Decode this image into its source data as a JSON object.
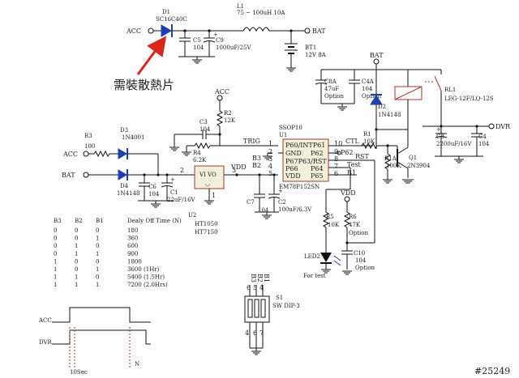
{
  "header": {
    "note_cn": "需裝散熱片",
    "watermark": "#25249"
  },
  "nets": {
    "acc_in": "ACC",
    "bat_out": "BAT",
    "bat_top": "BAT",
    "acc_r2": "ACC",
    "acc_left": "ACC",
    "bat_left": "BAT",
    "dvr": "DVR",
    "vdd_mid": "VDD",
    "vdd_r6": "VDD",
    "trig": "TRIG",
    "ctl": "CTL",
    "rst": "RST",
    "test": "Test",
    "b1": "B1",
    "b2": "B2",
    "b3": "B3"
  },
  "components": {
    "d1": {
      "ref": "D1",
      "value": "SC16C40C"
    },
    "l1": {
      "ref": "L1",
      "value": "75 ~ 100uH 10A"
    },
    "c5": {
      "ref": "C5",
      "value": "104"
    },
    "c9": {
      "ref": "C9",
      "value": "1000uF/25V"
    },
    "bt1": {
      "ref": "BT1",
      "value": "12V 8A"
    },
    "c8a": {
      "ref": "C8A",
      "value": "47uF",
      "opt": "Option"
    },
    "c4a": {
      "ref": "C4A",
      "value": "104",
      "opt": "Option"
    },
    "d2": {
      "ref": "D2",
      "value": "1N4148"
    },
    "rl1": {
      "ref": "RL1",
      "value": "LEG-12F/LQ-12S"
    },
    "c8": {
      "ref": "C8",
      "value": "2200uF/16V"
    },
    "c4": {
      "ref": "C4",
      "value": "104"
    },
    "r2": {
      "ref": "R2",
      "value": "12K"
    },
    "c3": {
      "ref": "C3",
      "value": "104"
    },
    "r4": {
      "ref": "R4",
      "value": "6.2K"
    },
    "r3": {
      "ref": "R3",
      "value": "100"
    },
    "d3": {
      "ref": "D3",
      "value": "1N4001"
    },
    "d4": {
      "ref": "D4",
      "value": "1N4148"
    },
    "c6": {
      "ref": "C6",
      "value": "104"
    },
    "c1": {
      "ref": "C1",
      "value": "22uF/16V"
    },
    "u2": {
      "ref": "U2",
      "body": "VI VO",
      "value1": "HT1050",
      "value2": "HT7150"
    },
    "c7": {
      "ref": "C7",
      "value": "104"
    },
    "c2": {
      "ref": "C2",
      "value": "100uF/6.3V"
    },
    "u1": {
      "ref": "U1",
      "title": "SSOP10",
      "value": "EM78P152SN",
      "pins_left": [
        "P60/INTP61",
        "GND",
        "P67P63/RST",
        "P66",
        "VDD"
      ],
      "pins_right": [
        "P62",
        "P64",
        "P65"
      ]
    },
    "r1": {
      "ref": "R1",
      "value": "10K"
    },
    "r1a": {
      "ref": "R1A",
      "value": "100K"
    },
    "q1": {
      "ref": "Q1",
      "value": "2N3904"
    },
    "r5": {
      "ref": "R5",
      "value": "10K"
    },
    "r6": {
      "ref": "R6",
      "value": "47K",
      "opt": "Option"
    },
    "c10": {
      "ref": "C10",
      "value": "104",
      "opt": "Option"
    },
    "led2": {
      "ref": "LED2",
      "value": "For test"
    },
    "s1": {
      "ref": "S1",
      "value": "SW DIP-3"
    }
  },
  "pin_numbers": [
    "1",
    "2",
    "3",
    "4",
    "5",
    "10",
    "9",
    "8",
    "7",
    "6",
    "2",
    "3",
    "1",
    "6",
    "5",
    "4"
  ],
  "table": {
    "headers": [
      "B3",
      "B2",
      "B1",
      "Dealy Off Time (N)"
    ],
    "rows": [
      [
        "0",
        "0",
        "0",
        "180"
      ],
      [
        "0",
        "0",
        "1",
        "360"
      ],
      [
        "0",
        "1",
        "0",
        "600"
      ],
      [
        "0",
        "1",
        "1",
        "900"
      ],
      [
        "1",
        "0",
        "0",
        "1800"
      ],
      [
        "1",
        "0",
        "1",
        "3600 (1Hr)"
      ],
      [
        "1",
        "1",
        "0",
        "5400 (1.5Hr)"
      ],
      [
        "1",
        "1",
        "1",
        "7200 (2.0Hrs)"
      ]
    ]
  },
  "timing": {
    "acc": "ACC",
    "dvr": "DVR",
    "t10": "10Sec",
    "n": "N"
  }
}
